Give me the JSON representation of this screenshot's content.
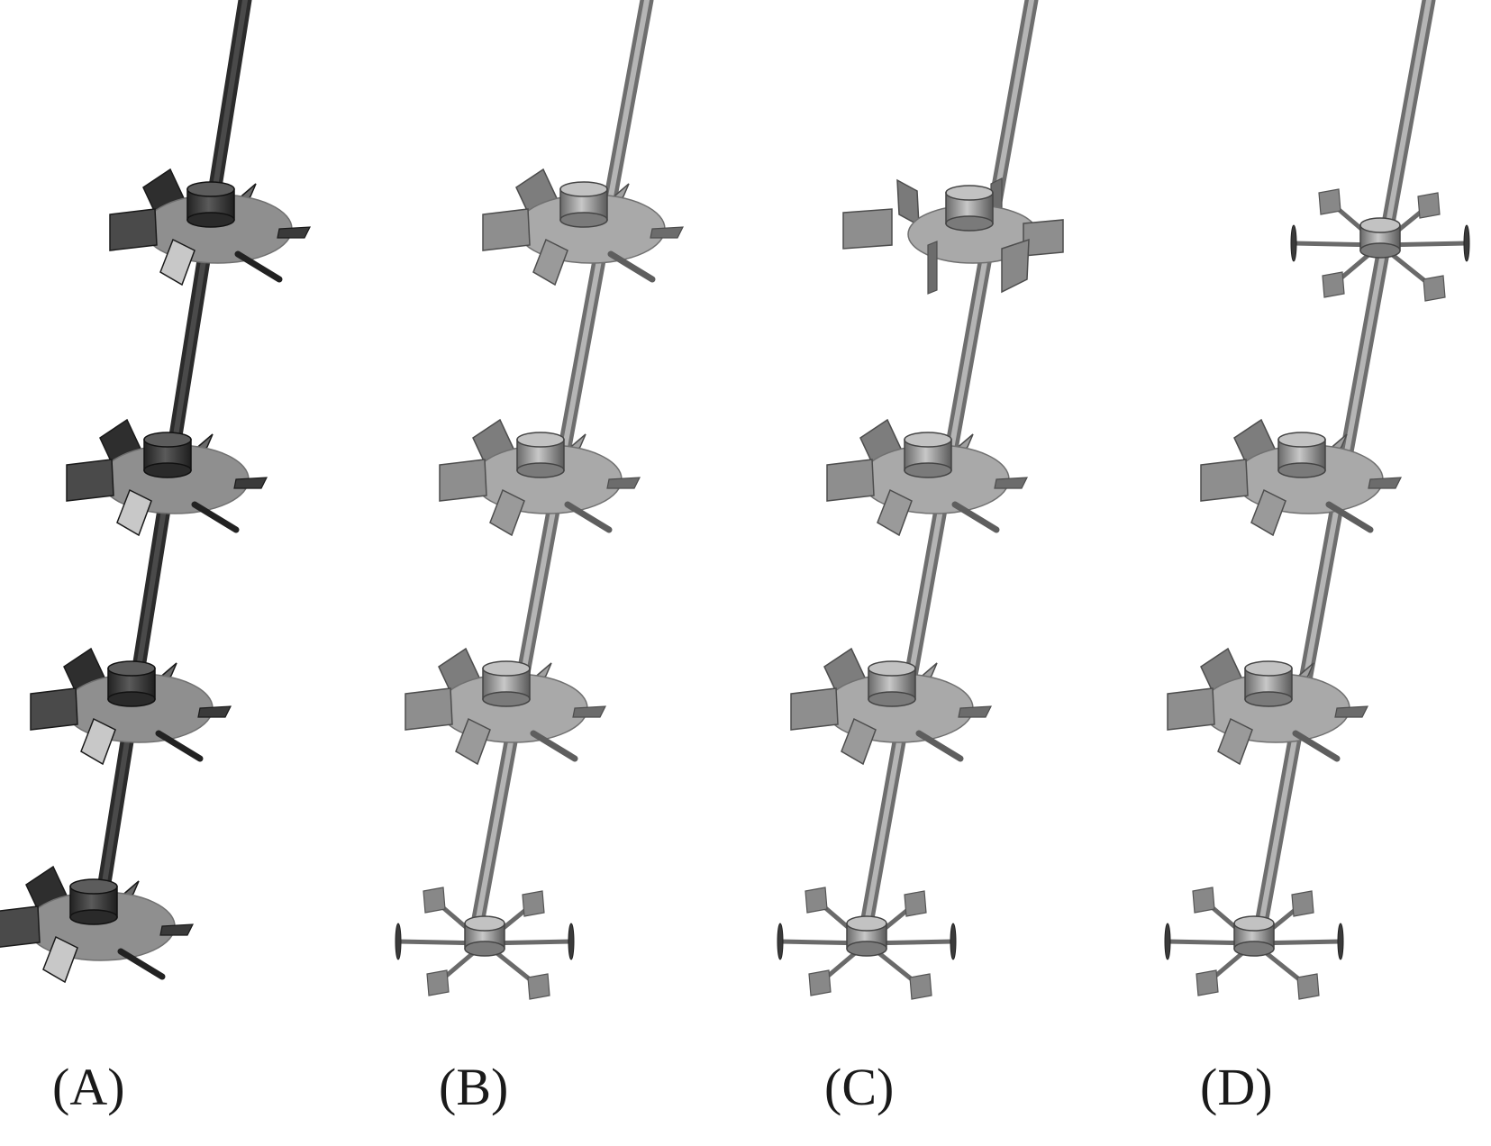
{
  "panels": [
    {
      "label": "(A)",
      "shaft_color": "#3a3a3a",
      "blade_color": "#4a4a4a",
      "impellers": [
        "pitched-blade",
        "pitched-blade",
        "pitched-blade",
        "pitched-blade"
      ]
    },
    {
      "label": "(B)",
      "shaft_color": "#8a8a8a",
      "blade_color": "#8e8e8e",
      "impellers": [
        "pitched-blade",
        "pitched-blade",
        "pitched-blade",
        "radial-arm"
      ]
    },
    {
      "label": "(C)",
      "shaft_color": "#8a8a8a",
      "blade_color": "#8e8e8e",
      "impellers": [
        "vertical-blade",
        "pitched-blade",
        "pitched-blade",
        "radial-arm"
      ]
    },
    {
      "label": "(D)",
      "shaft_color": "#8a8a8a",
      "blade_color": "#8e8e8e",
      "impellers": [
        "radial-arm",
        "pitched-blade",
        "pitched-blade",
        "radial-arm"
      ]
    }
  ],
  "colors": {
    "background": "#ffffff",
    "disc": "#a9a9a9",
    "disc_edge": "#707070",
    "hub_light": "#b0b0b0",
    "hub_dark": "#555555",
    "label_text": "#1a1a1a"
  }
}
